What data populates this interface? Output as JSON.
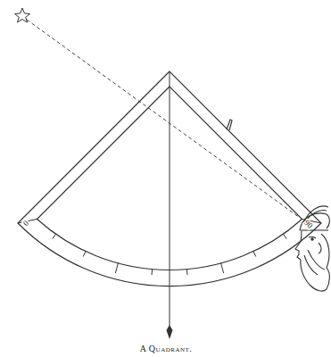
{
  "diagram": {
    "caption": "A Quadrant.",
    "labels": [
      "0",
      "90"
    ]
  }
}
